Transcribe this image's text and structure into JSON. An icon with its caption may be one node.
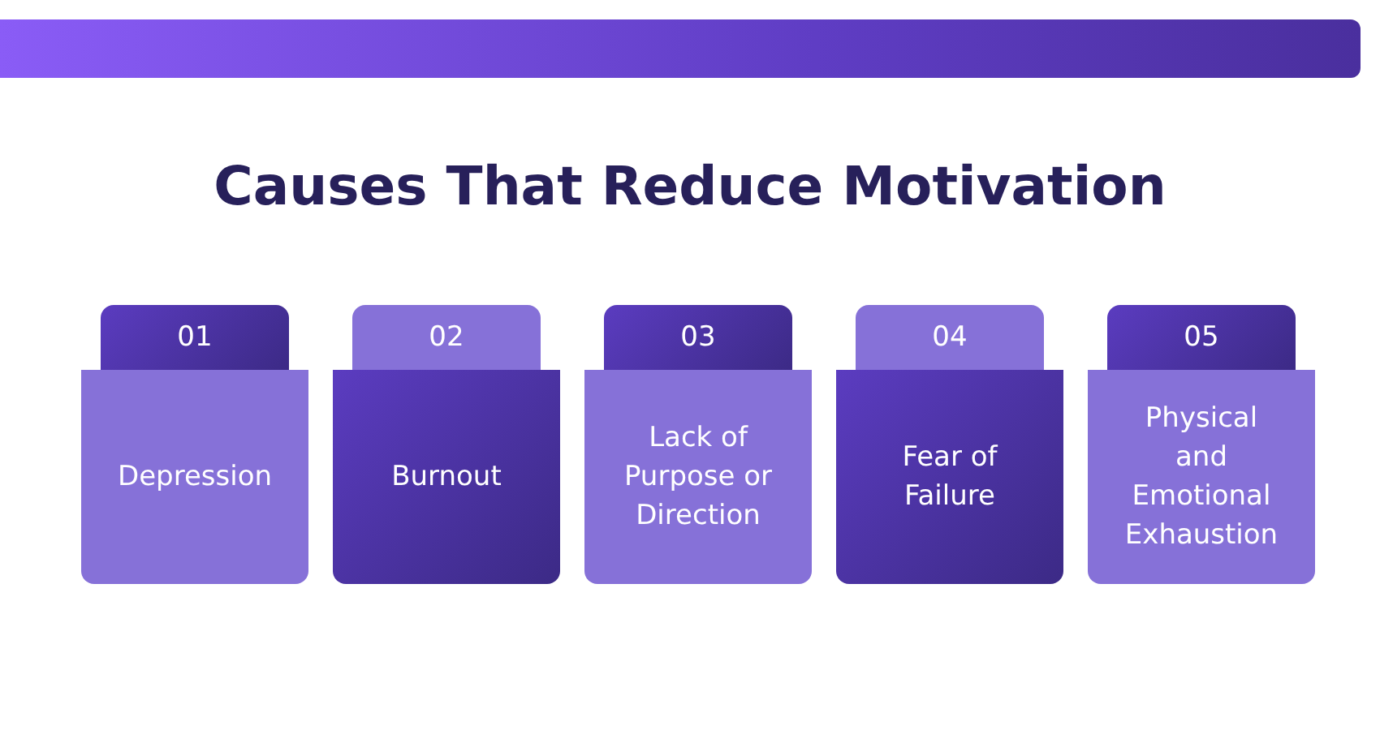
{
  "diagram": {
    "title": "Causes That Reduce Motivation",
    "nodes": [
      {
        "text": [
          "01"
        ]
      },
      {
        "text": [
          "Depression"
        ]
      },
      {
        "text": [
          "02"
        ]
      },
      {
        "text": [
          "Burnout"
        ]
      },
      {
        "text": [
          "03"
        ]
      },
      {
        "text": [
          "Lack of Purpose or Direction"
        ]
      },
      {
        "text": [
          "04"
        ]
      },
      {
        "text": [
          "Fear of Failure"
        ]
      },
      {
        "text": [
          "05"
        ]
      },
      {
        "text": [
          "Physical and Emotional Exhaustion"
        ]
      }
    ],
    "edges": []
  }
}
